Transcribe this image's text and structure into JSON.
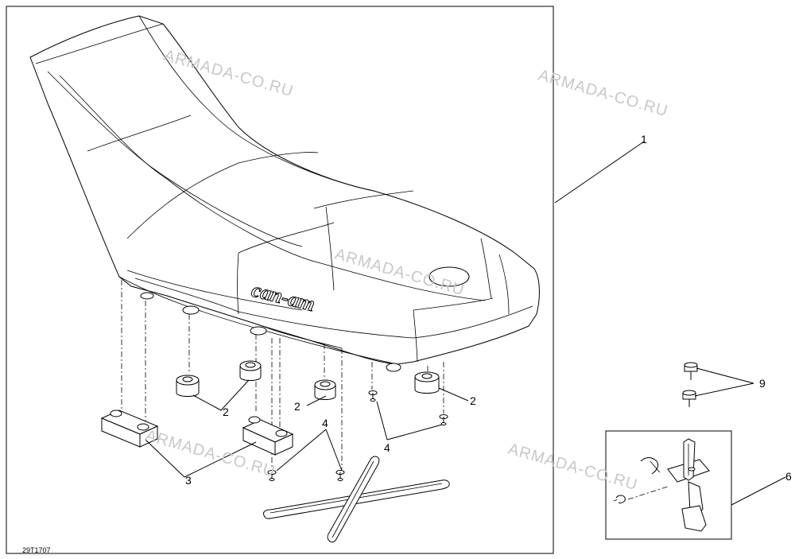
{
  "diagram": {
    "drawing_code": "29T1707",
    "brand_logo_text": "can-am",
    "watermark_text": "ARMADA-CO.RU",
    "callouts": [
      {
        "id": "callout-1",
        "label": "1"
      },
      {
        "id": "callout-2a",
        "label": "2"
      },
      {
        "id": "callout-2b",
        "label": "2"
      },
      {
        "id": "callout-2c",
        "label": "2"
      },
      {
        "id": "callout-3",
        "label": "3"
      },
      {
        "id": "callout-4a",
        "label": "4"
      },
      {
        "id": "callout-4b",
        "label": "4"
      },
      {
        "id": "callout-6",
        "label": "6"
      },
      {
        "id": "callout-9",
        "label": "9"
      }
    ]
  }
}
